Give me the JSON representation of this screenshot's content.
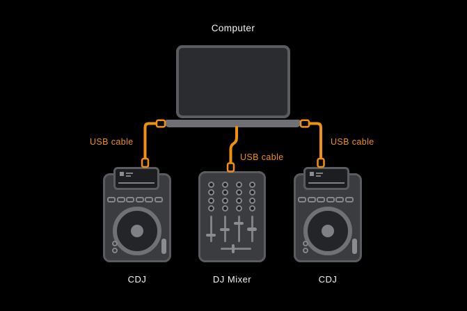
{
  "colors": {
    "background": "#000000",
    "accent_orange": "#F0910D",
    "text_white": "#F3F4F5",
    "device_fill": "#3A3C40",
    "device_stroke": "#5A5C61",
    "screen_fill": "#2B2C2F",
    "panel_fill": "#1D1E21",
    "laptop_base_fill": "#6E7076",
    "control_gray": "#84868A"
  },
  "diagram": {
    "computer": {
      "label": "Computer"
    },
    "cables": [
      {
        "label": "USB cable",
        "from": "Computer",
        "to": "CDJ (left)"
      },
      {
        "label": "USB cable",
        "from": "Computer",
        "to": "DJ Mixer"
      },
      {
        "label": "USB cable",
        "from": "Computer",
        "to": "CDJ (right)"
      }
    ],
    "devices": [
      {
        "label": "CDJ",
        "type": "cdj"
      },
      {
        "label": "DJ Mixer",
        "type": "mixer"
      },
      {
        "label": "CDJ",
        "type": "cdj"
      }
    ]
  }
}
